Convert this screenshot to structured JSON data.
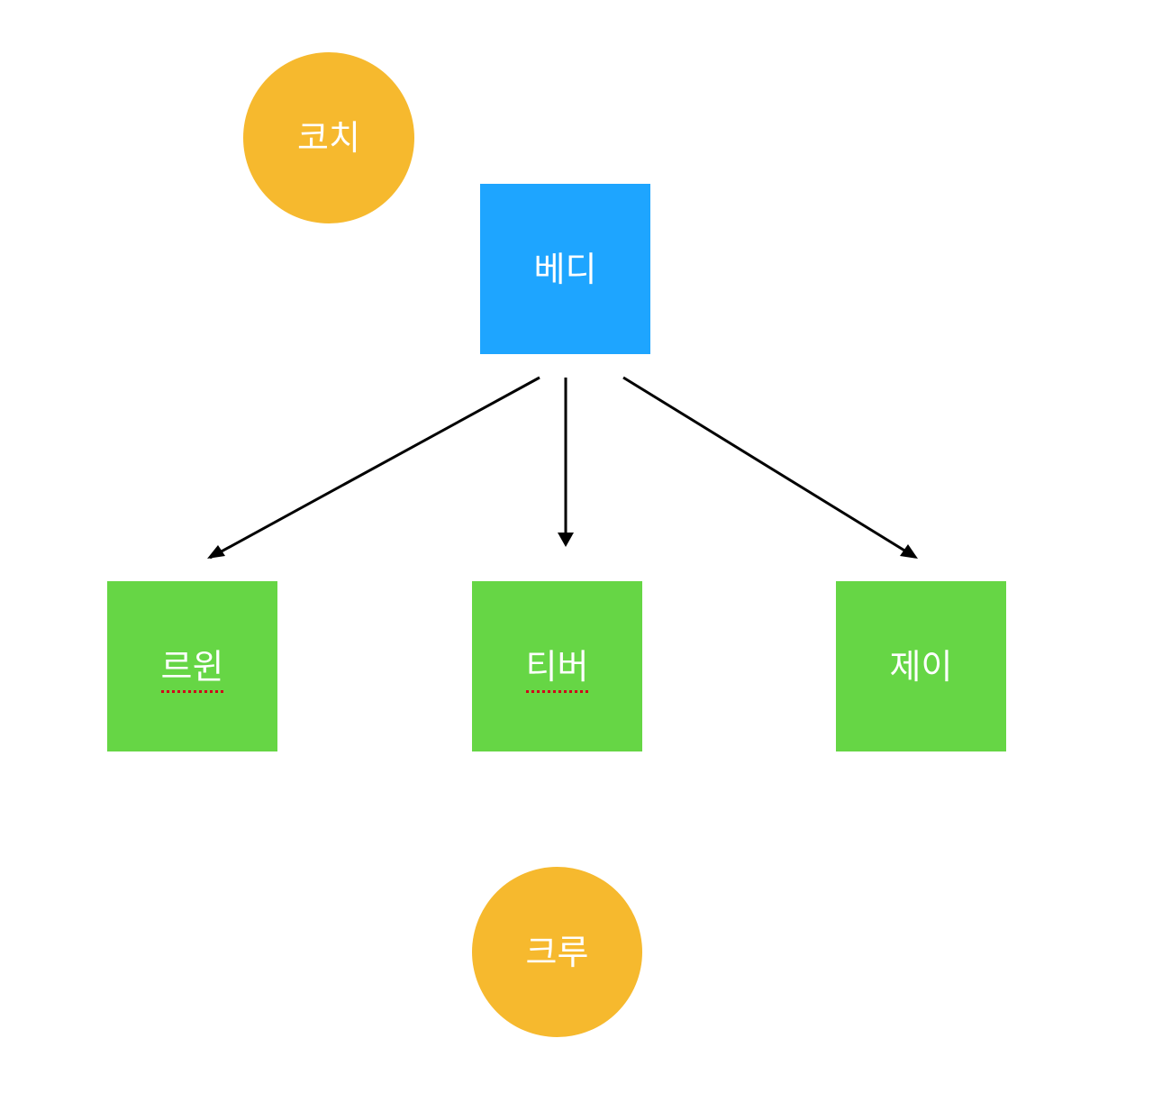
{
  "colors": {
    "coach_fill": "#F6B92E",
    "lead_fill": "#1EA5FF",
    "member_fill": "#66D645",
    "crew_fill": "#F6B92E",
    "text": "#FFFFFF",
    "arrow": "#000000",
    "spellcheck_underline": "#D0021B"
  },
  "nodes": {
    "coach": {
      "label": "코치",
      "shape": "circle"
    },
    "lead": {
      "label": "베디",
      "shape": "square"
    },
    "member_1": {
      "label": "르윈",
      "shape": "square",
      "spellcheck_underlined": true
    },
    "member_2": {
      "label": "티버",
      "shape": "square",
      "spellcheck_underlined": true
    },
    "member_3": {
      "label": "제이",
      "shape": "square"
    },
    "crew": {
      "label": "크루",
      "shape": "circle"
    }
  },
  "edges": [
    {
      "from": "lead",
      "to": "member_1",
      "style": "arrow"
    },
    {
      "from": "lead",
      "to": "member_2",
      "style": "arrow"
    },
    {
      "from": "lead",
      "to": "member_3",
      "style": "arrow"
    }
  ]
}
